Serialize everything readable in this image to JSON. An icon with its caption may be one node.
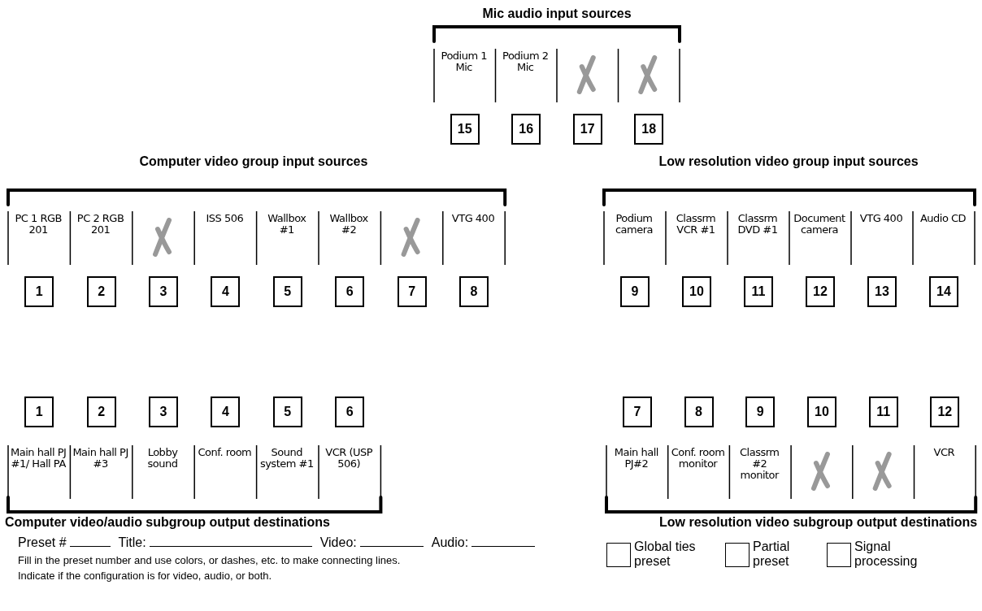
{
  "diagram": {
    "nodes": [
      {
        "text": [
          "15"
        ]
      },
      {
        "text": [
          "16"
        ]
      },
      {
        "text": [
          "17"
        ]
      },
      {
        "text": [
          "18"
        ]
      },
      {
        "text": [
          "1"
        ]
      },
      {
        "text": [
          "2"
        ]
      },
      {
        "text": [
          "3"
        ]
      },
      {
        "text": [
          "4"
        ]
      },
      {
        "text": [
          "5"
        ]
      },
      {
        "text": [
          "6"
        ]
      },
      {
        "text": [
          "7"
        ]
      },
      {
        "text": [
          "8"
        ]
      },
      {
        "text": [
          "9"
        ]
      },
      {
        "text": [
          "10"
        ]
      },
      {
        "text": [
          "11"
        ]
      },
      {
        "text": [
          "12"
        ]
      },
      {
        "text": [
          "13"
        ]
      },
      {
        "text": [
          "14"
        ]
      },
      {
        "text": [
          "1"
        ],
        "beside": [
          "Main hall PJ #1/ Hall PA"
        ]
      },
      {
        "text": [
          "2"
        ],
        "beside": [
          "Main hall PJ #3"
        ]
      },
      {
        "text": [
          "3"
        ],
        "beside": [
          "Lobby sound"
        ]
      },
      {
        "text": [
          "4"
        ],
        "beside": [
          "Conf. room"
        ]
      },
      {
        "text": [
          "5"
        ],
        "beside": [
          "Sound system #1"
        ]
      },
      {
        "text": [
          "6"
        ],
        "beside": [
          "VCR (USP 506)"
        ]
      },
      {
        "text": [
          "7"
        ],
        "beside": [
          "Main hall PJ#2"
        ]
      },
      {
        "text": [
          "8"
        ],
        "beside": [
          "Conf. room monitor"
        ]
      },
      {
        "text": [
          "9"
        ],
        "beside": [
          "Classrm #2 monitor"
        ]
      },
      {
        "text": [
          "10"
        ]
      },
      {
        "text": [
          "11"
        ]
      },
      {
        "text": [
          "12"
        ],
        "beside": [
          "VCR"
        ]
      },
      {
        "text": [],
        "shape": "box",
        "beside": [
          "Global ties preset"
        ]
      },
      {
        "text": [],
        "shape": "box",
        "beside": [
          "Partial preset"
        ]
      },
      {
        "text": [],
        "shape": "box",
        "beside": [
          "Signal processing"
        ]
      }
    ],
    "labels": [
      "Mic audio input  sources",
      "Podium 1 Mic",
      "Podium 2 Mic",
      "Computer video group input  sources",
      "Low resolution video group input sources",
      "PC 1 RGB 201",
      "PC 2 RGB 201",
      "ISS 506",
      "Wallbox #1",
      "Wallbox #2",
      "VTG 400",
      "Podium camera",
      "Classrm VCR #1",
      "Classrm DVD #1",
      "Document camera",
      "VTG 400",
      "Audio CD",
      "Computer video/audio subgroup output destinations",
      "Low resolution video subgroup output destinations",
      "Preset #",
      "Title:",
      "Video:",
      "Audio:",
      "Fill in the preset number and use colors, or dashes, etc. to make connecting lines.",
      "Indicate if the configuration is for video, audio, or both."
    ]
  }
}
